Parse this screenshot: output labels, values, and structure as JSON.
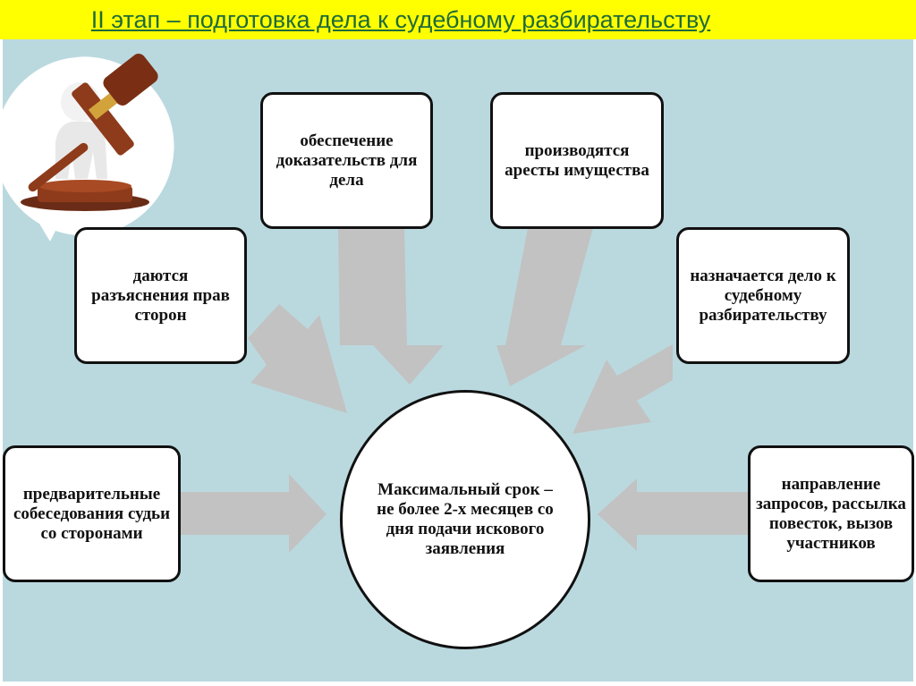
{
  "title": "II этап – подготовка дела к судебному разбирательству",
  "center": "Максимальный срок – не более 2-х месяцев со дня подачи искового заявления",
  "nodes": [
    "обеспечение доказательств для дела",
    "производятся аресты имущества",
    "даются разъяснения прав сторон",
    "назначается дело к судебному разбирательству",
    "предварительные собеседования судьи со сторонами",
    "направление запросов, рассылка повесток, вызов участников"
  ],
  "colors": {
    "title_background": "#ffff00",
    "title_text": "#1f6b3a",
    "panel_background": "#bad9df",
    "arrow": "#c2c2c2"
  },
  "icon": "judge-gavel-figure-icon"
}
